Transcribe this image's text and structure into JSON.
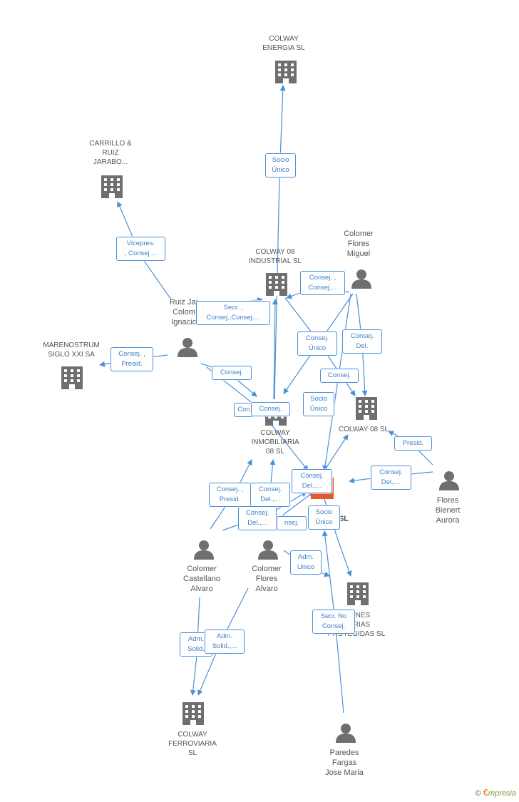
{
  "colors": {
    "edge": "#4a90d9",
    "icon": "#6f6f6f",
    "focus": "#e8572a",
    "label_text": "#3c7fc8",
    "node_text": "#555555"
  },
  "nodes": {
    "colway_energia": {
      "label": "COLWAY\nENERGIA  SL",
      "kind": "company"
    },
    "carrillo": {
      "label": "CARRILLO &\nRUIZ\nJARABO...",
      "kind": "company"
    },
    "colomer_flores_miguel": {
      "label": "Colomer\nFlores\nMiguel",
      "kind": "person"
    },
    "colway_08_industrial": {
      "label": "COLWAY 08\nINDUSTRIAL SL",
      "kind": "company"
    },
    "ruiz_jarabo": {
      "label": "Ruiz Jar\nColom\nIgnacio",
      "kind": "person"
    },
    "marenostrum": {
      "label": "MARENOSTRUM\nSIGLO XXI SA",
      "kind": "company"
    },
    "colway_inmobiliaria": {
      "label": "COLWAY\nINMOBILIARIA\n08 SL",
      "kind": "company"
    },
    "colway_08": {
      "label": "COLWAY 08 SL",
      "kind": "company"
    },
    "focus_company": {
      "label": "SL",
      "kind": "company-focus"
    },
    "flores_bienert": {
      "label": "Flores\nBienert\nAurora",
      "kind": "person"
    },
    "colomer_castellano": {
      "label": "Colomer\nCastellano\nAlvaro",
      "kind": "person"
    },
    "colomer_flores_alvaro": {
      "label": "Colomer\nFlores\nAlvaro",
      "kind": "person"
    },
    "promociones": {
      "label": "CIONES\nLIARIAS\nPROTEGIDAS SL",
      "kind": "company"
    },
    "colway_ferroviaria": {
      "label": "COLWAY\nFERROVIARIA\nSL",
      "kind": "company"
    },
    "paredes_fargas": {
      "label": "Paredes\nFargas\nJose Maria",
      "kind": "person"
    }
  },
  "edge_labels": {
    "socio_unico_energia": "Socio\nÚnico",
    "vicepres": "Vicepres.\n, Consej....",
    "consej_miguel": "Consej. ,\nConsej....",
    "secr_consej": "Secr. ,\nConsej.,Consej....",
    "consej_presid_maren": "Consej. ,\nPresid.",
    "consej_unico": "Consej.\nÚnico",
    "consej_del_miguel": "Consej.\nDel.",
    "consej_ruiz": "Consej.",
    "consej_miguel2": "Consej.",
    "socio_unico_inmob": "Socio\nÚnico",
    "consej_hidden": "Con",
    "consej_center": "Consej.",
    "presid_flores": "Presid.",
    "consej_del_flores": "Consej.\nDel.,...",
    "consej_del_focus": "Consej.\nDel.,...",
    "consej_presid_cast": "Consej. ,\nPresid.",
    "consej_del_alvaro": "Consej.\nDel.,...",
    "consej_del_alvaro2": "Consej.\nDel.,...",
    "consej_small": "nsej.",
    "socio_unico_focus": "Socio\nÚnico",
    "adm_unico": "Adm.\nUnico",
    "secr_no_consej": "Secr.  No\nConsej.",
    "adm_solid_cast": "Adm.\nSolid.",
    "adm_solid_alvaro": "Adm.\nSolid.,..."
  },
  "footer": {
    "copyright": "©",
    "brand_e": "€",
    "brand": "mpresia"
  }
}
